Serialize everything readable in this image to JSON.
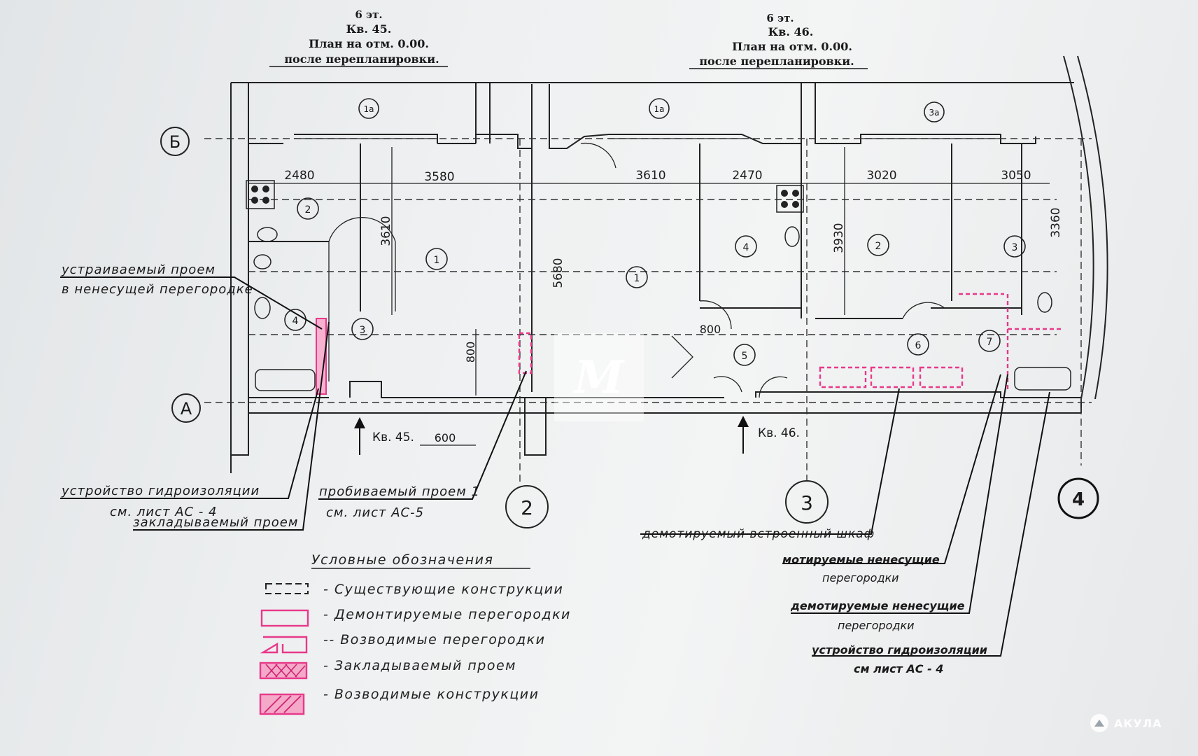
{
  "headers": {
    "left": {
      "floor": "6 эт.",
      "apartment": "Кв. 45.",
      "plan": "План на отм. 0.00.",
      "stage": "после перепланировки."
    },
    "right": {
      "floor": "6 эт.",
      "apartment": "Кв. 46.",
      "plan": "План на отм. 0.00.",
      "stage": "после перепланировки."
    }
  },
  "axes": {
    "b": "Б",
    "a": "А",
    "n2": "2",
    "n3": "3",
    "n4": "4"
  },
  "balconies": {
    "left": "1а",
    "middle": "1а",
    "right": "3а"
  },
  "dimensions": {
    "d2480": "2480",
    "d3580": "3580",
    "d3610h": "3610",
    "d2470": "2470",
    "d3020": "3020",
    "d3050": "3050",
    "d3610v": "3610",
    "d5680": "5680",
    "d3930": "3930",
    "d3360": "3360",
    "d800a": "800",
    "d800b": "800",
    "d600": "600"
  },
  "rooms": {
    "k45_1": "1",
    "k45_2": "2",
    "k45_3": "3",
    "k45_4": "4",
    "k46_1": "1",
    "k46_2": "2",
    "k46_3": "3",
    "k46_4": "4",
    "k46_5": "5",
    "k46_6": "6",
    "k46_7": "7"
  },
  "entrances": {
    "k45": "Кв. 45.",
    "k46": "Кв. 46."
  },
  "annotations": {
    "opening_line1": "устраиваемый проем",
    "opening_line2": "в ненесущей перегородке",
    "waterproof_line1": "устройство гидроизоляции",
    "waterproof_line2": "см. лист АС - 4",
    "blocked_opening": "закладываемый проем",
    "punched_line1": "пробиваемый проем 1",
    "punched_line2": "см. лист АС-5",
    "wardrobe": "демотируемый встроенный шкаф",
    "mounted_line1": "мотируемые ненесущие",
    "mounted_line2": "перегородки",
    "dismounted_line1": "демотируемые ненесущие",
    "dismounted_line2": "перегородки",
    "waterproof2_line1": "устройство гидроизоляции",
    "waterproof2_line2": "см лист АС - 4"
  },
  "legend": {
    "title": "Условные обозначения",
    "items": [
      {
        "label": "- Существующие конструкции",
        "style": "existing"
      },
      {
        "label": "- Демонтируемые перегородки",
        "style": "demolished"
      },
      {
        "label": "-- Возводимые перегородки",
        "style": "erected"
      },
      {
        "label": "- Закладываемый проем",
        "style": "blocked"
      },
      {
        "label": "- Возводимые конструкции",
        "style": "built"
      }
    ]
  },
  "watermark": {
    "brand": "АКУЛА"
  },
  "colors": {
    "ink": "#1a1a1a",
    "red_markup": "#e8398a",
    "paper": "#eef0f1"
  }
}
